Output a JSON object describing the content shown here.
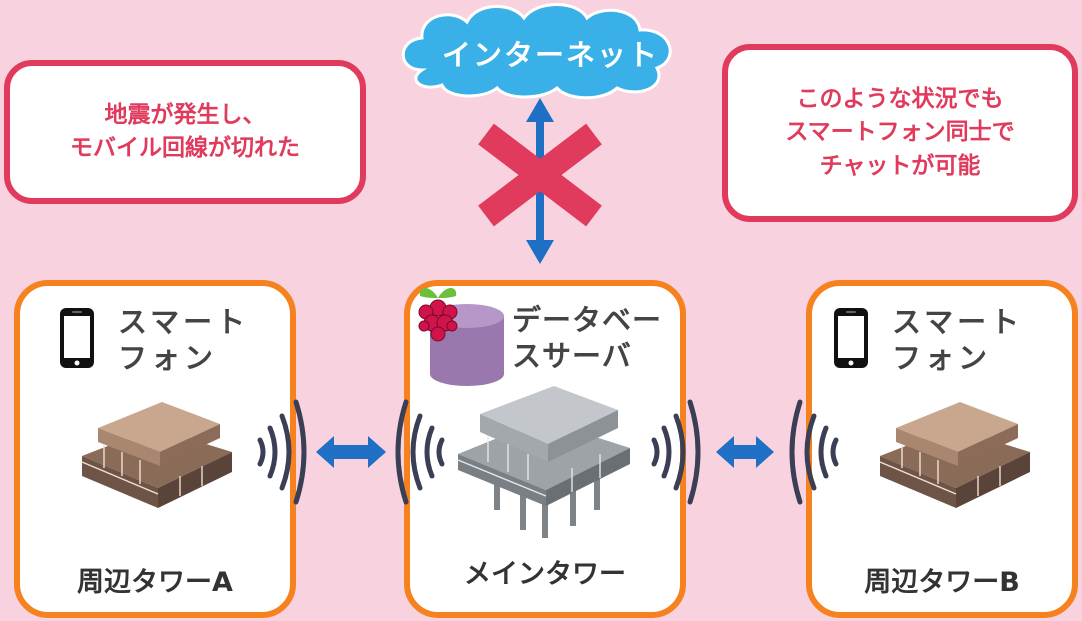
{
  "internet": {
    "label": "インターネット"
  },
  "callout_left": {
    "lines": [
      "地震が発生し、",
      "モバイル回線が切れた"
    ]
  },
  "callout_right": {
    "lines": [
      "このような状況でも",
      "スマートフォン同士で",
      "チャットが可能"
    ]
  },
  "towers": [
    {
      "name": "周辺タワーA",
      "device_lines": [
        "スマート",
        "フォン"
      ]
    },
    {
      "name": "メインタワー",
      "device_lines": [
        "データベー",
        "スサーバ"
      ]
    },
    {
      "name": "周辺タワーB",
      "device_lines": [
        "スマート",
        "フォン"
      ]
    }
  ],
  "colors": {
    "background": "#f8d3df",
    "callout_border": "#e03a5c",
    "tower_border": "#f5821f",
    "arrow": "#1f6fc4",
    "cloud": "#3ab0e8",
    "cross": "#e03a5c"
  }
}
